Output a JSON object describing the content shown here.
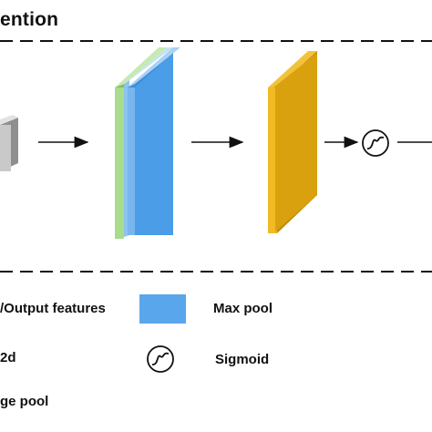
{
  "header": {
    "title_fragment": "ention"
  },
  "legend": {
    "input_output": "/Output features",
    "max_pool": "Max pool",
    "conv_fragment": "2d",
    "sigmoid": "Sigmoid",
    "avg_pool_fragment": "ge pool"
  },
  "colors": {
    "green_layer": "#a9dc8c",
    "blue_layer": "#4a9de6",
    "orange_layer": "#d9a10e",
    "grey_cube": "#c4c4c4",
    "dashed_line": "#111111"
  }
}
